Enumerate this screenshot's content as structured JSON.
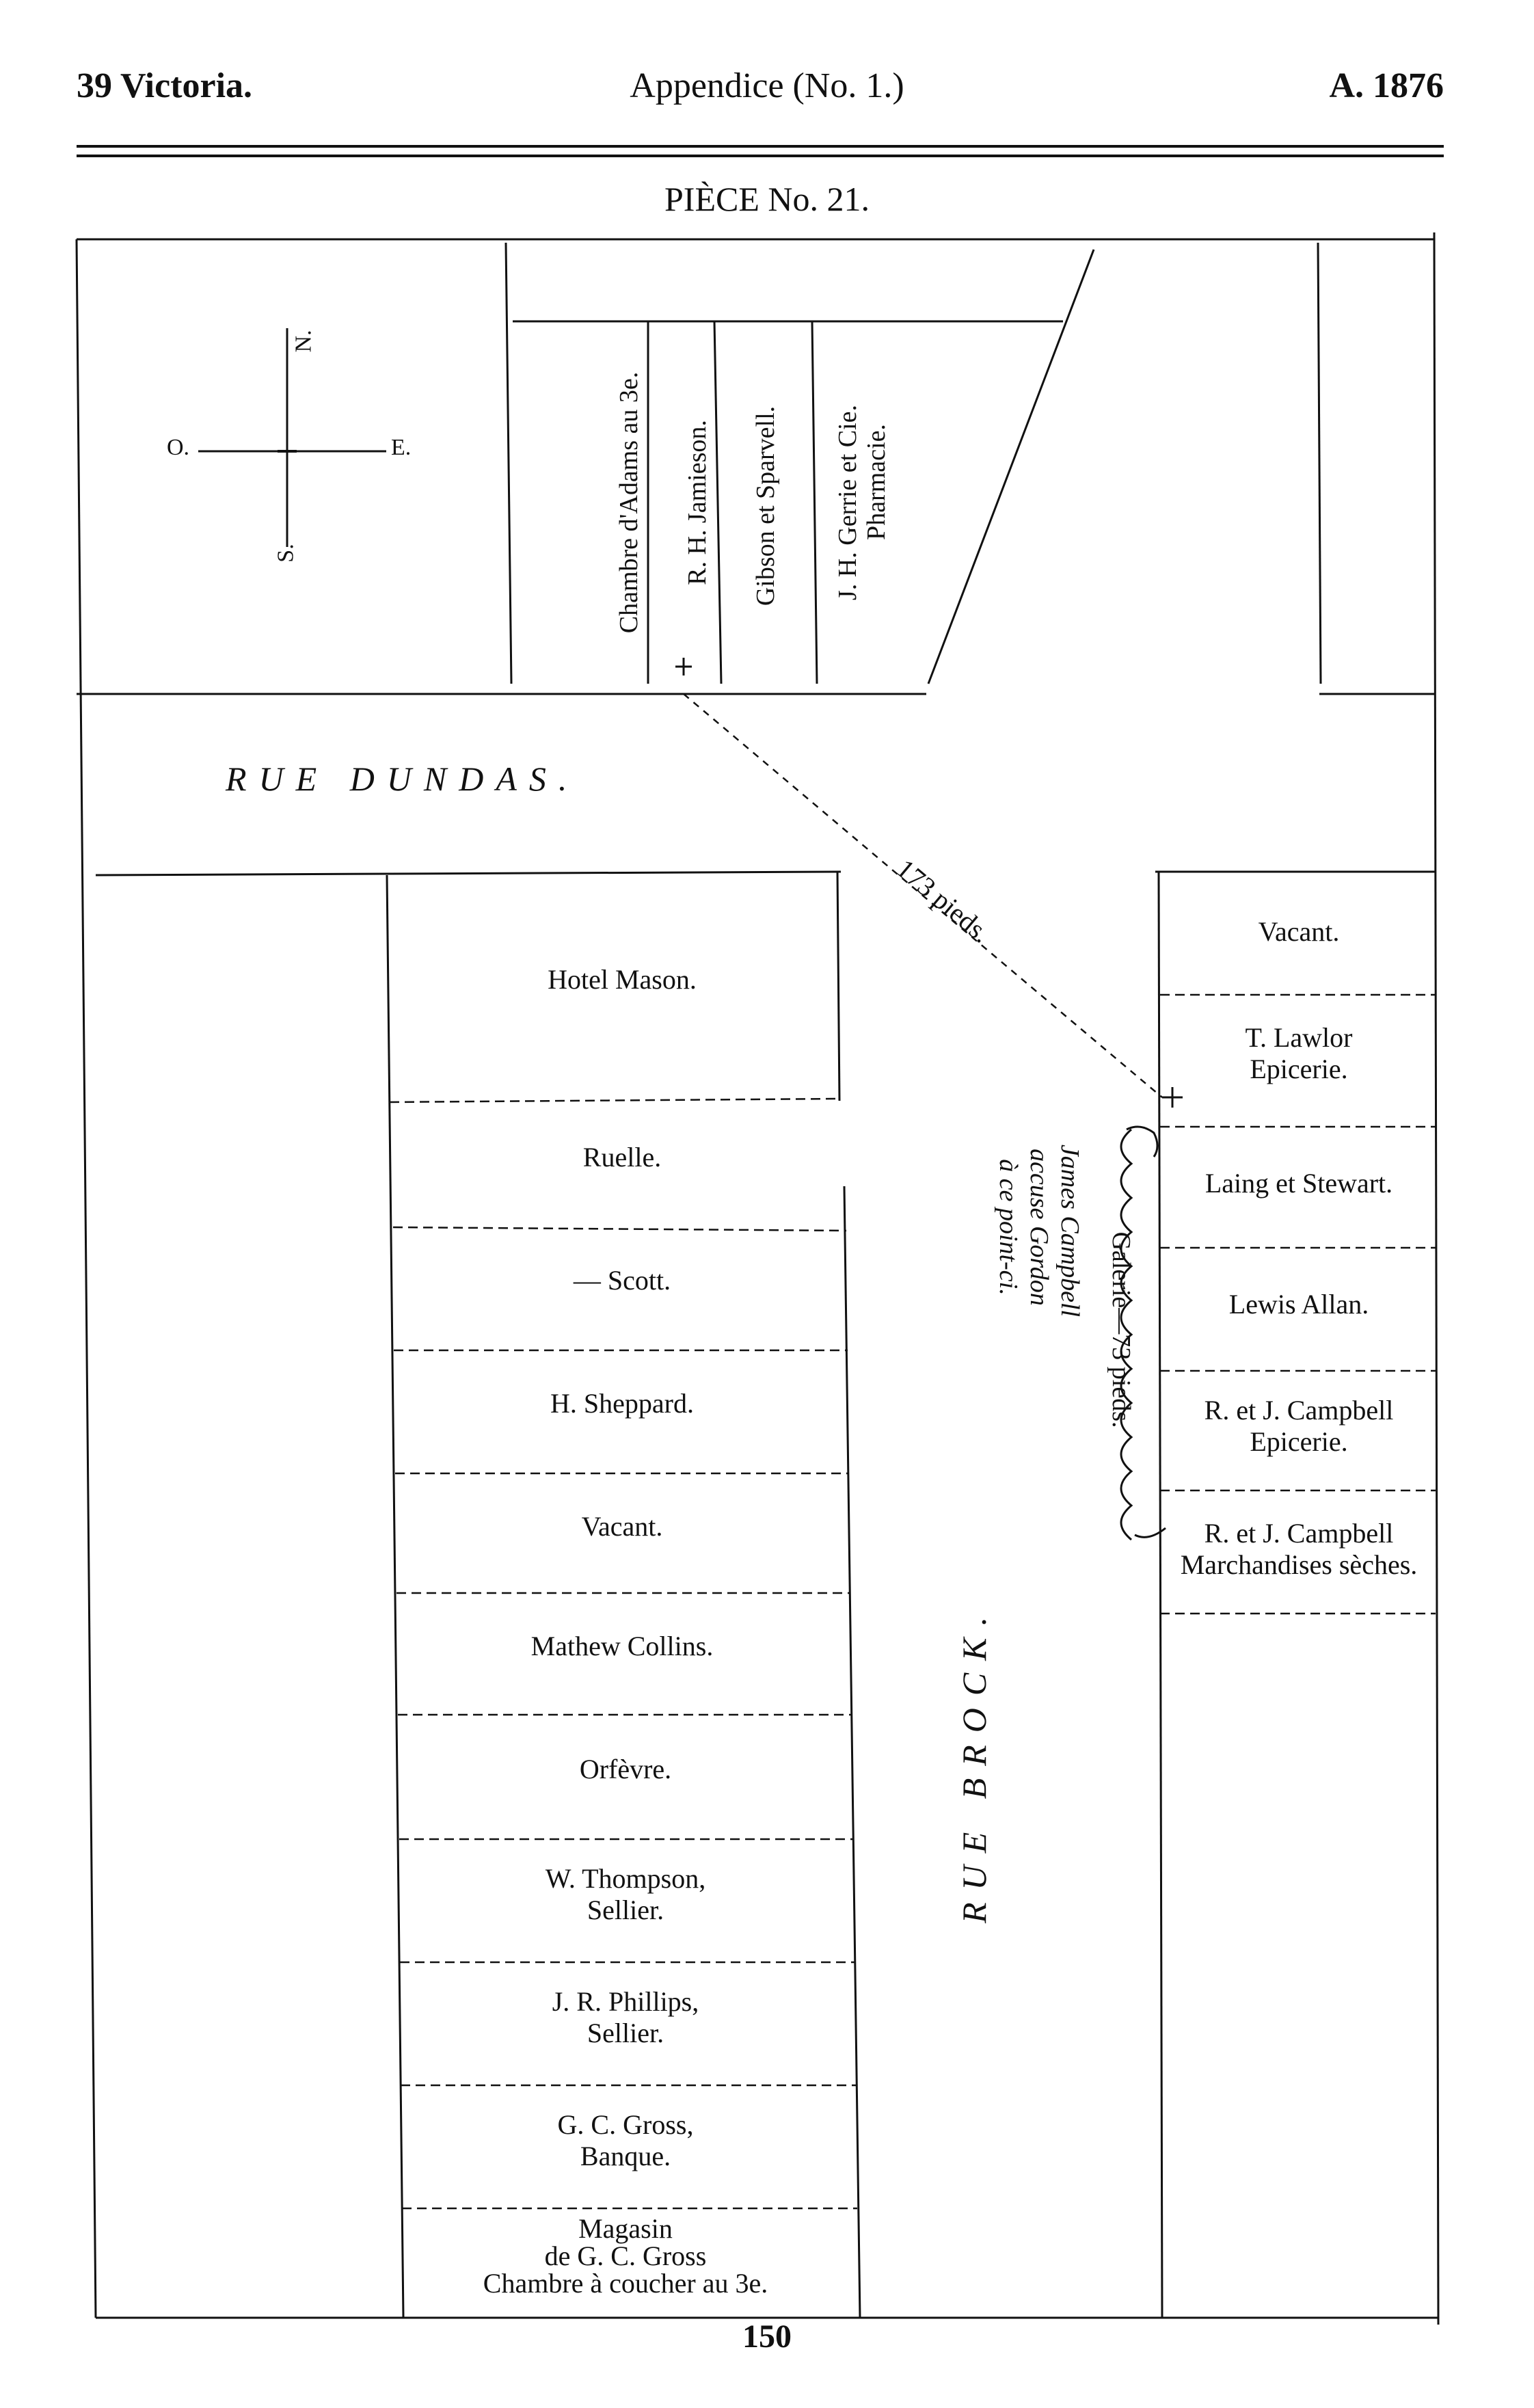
{
  "header": {
    "left": "39 Victoria.",
    "center": "Appendice (No. 1.)",
    "right": "A. 1876"
  },
  "title": "PIÈCE No. 21.",
  "compass": {
    "north": "N.",
    "south": "S.",
    "east": "E.",
    "west": "O."
  },
  "streets": {
    "dundas": "RUE DUNDAS.",
    "brock": "RUE BROCK."
  },
  "north_buildings": {
    "adams": "Chambre d'Adams au 3e.",
    "jamieson": "R. H. Jamieson.",
    "gibson": "Gibson et Sparvell.",
    "gerrie_line1": "J. H. Gerrie et Cie.",
    "gerrie_line2": "Pharmacie."
  },
  "distance_label": "173 pieds.",
  "west_lots": [
    {
      "line1": "Hotel Mason.",
      "line2": ""
    },
    {
      "line1": "Ruelle.",
      "line2": ""
    },
    {
      "line1": "— Scott.",
      "line2": ""
    },
    {
      "line1": "H. Sheppard.",
      "line2": ""
    },
    {
      "line1": "Vacant.",
      "line2": ""
    },
    {
      "line1": "Mathew Collins.",
      "line2": ""
    },
    {
      "line1": "Orfèvre.",
      "line2": ""
    },
    {
      "line1": "W. Thompson,",
      "line2": "Sellier."
    },
    {
      "line1": "J. R. Phillips,",
      "line2": "Sellier."
    },
    {
      "line1": "G. C. Gross,",
      "line2": "Banque."
    },
    {
      "line1": "Magasin",
      "line2": "de G. C. Gross",
      "line3": "Chambre à coucher au 3e."
    }
  ],
  "east_lots": [
    {
      "line1": "Vacant.",
      "line2": ""
    },
    {
      "line1": "T. Lawlor",
      "line2": "Epicerie."
    },
    {
      "line1": "Laing et Stewart.",
      "line2": ""
    },
    {
      "line1": "Lewis Allan.",
      "line2": ""
    },
    {
      "line1": "R. et J. Campbell",
      "line2": "Epicerie."
    },
    {
      "line1": "R. et J. Campbell",
      "line2": "Marchandises sèches."
    }
  ],
  "galerie": "Galerie—73 pieds.",
  "campbell_note": {
    "line1": "James Campbell",
    "line2": "accuse Gordon",
    "line3": "à ce point-ci."
  },
  "page_number": "150"
}
